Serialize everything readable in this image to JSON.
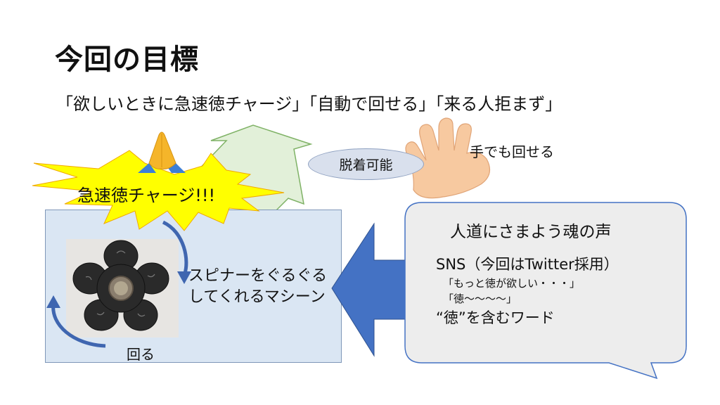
{
  "slide": {
    "title": "今回の目標",
    "subtitle": "「欲しいときに急速徳チャージ」「自動で回せる」「来る人拒まず」"
  },
  "burst": {
    "label": "急速徳チャージ!!!"
  },
  "detach": {
    "label": "脱着可能"
  },
  "hand": {
    "label": "手でも回せる",
    "icon": "raised-hand-icon"
  },
  "pray": {
    "icon": "praying-hands-icon"
  },
  "machine": {
    "label_line1": "スピナーをぐるぐる",
    "label_line2": "してくれるマシーン",
    "rotate_label": "回る"
  },
  "bubble": {
    "title": "人道にさまよう魂の声",
    "sns": "SNS（今回はTwitter採用）",
    "quote1": "「もっと徳が欲しい・・・」",
    "quote2": "「徳～～～～」",
    "word": "“徳”を含むワード"
  },
  "colors": {
    "machine_box": "#dae6f3",
    "big_arrow": "#4472c4",
    "green_arrow": "#e2f0d9",
    "burst": "#ffff00",
    "bubble": "#ededed"
  }
}
